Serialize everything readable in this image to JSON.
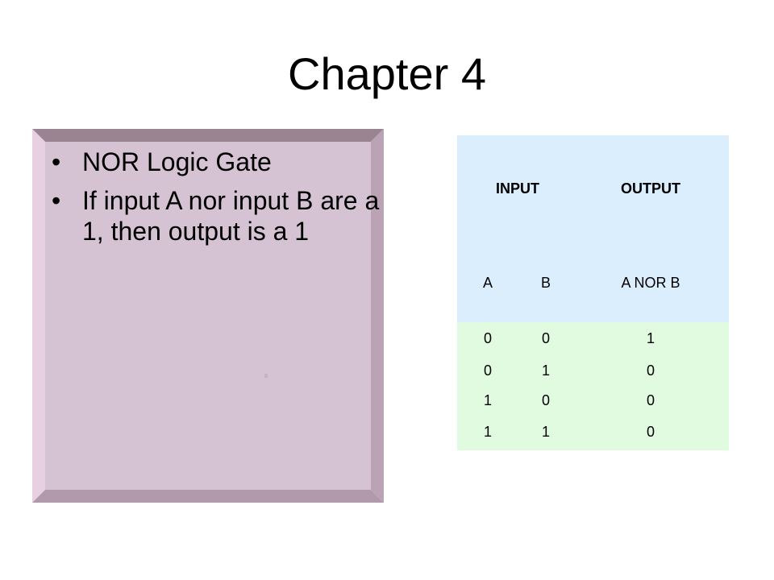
{
  "slide": {
    "title": "Chapter 4"
  },
  "bullets": [
    "NOR Logic Gate",
    "If input A nor input B are a 1, then output is a 1"
  ],
  "bullet_glyph": "•",
  "colors": {
    "panel_face": "#d5c3d3",
    "panel_top": "#9a8492",
    "panel_left": "#e6d0e2",
    "panel_right": "#b9a3b4",
    "panel_bottom": "#b19aab",
    "table_header_bg": "#dbeefd",
    "table_body_bg": "#e0fbe0"
  },
  "truth_table": {
    "group_headers": {
      "input": "INPUT",
      "output": "OUTPUT"
    },
    "columns": [
      "A",
      "B",
      "A NOR B"
    ],
    "rows": [
      [
        "0",
        "0",
        "1"
      ],
      [
        "0",
        "1",
        "0"
      ],
      [
        "1",
        "0",
        "0"
      ],
      [
        "1",
        "1",
        "0"
      ]
    ]
  }
}
